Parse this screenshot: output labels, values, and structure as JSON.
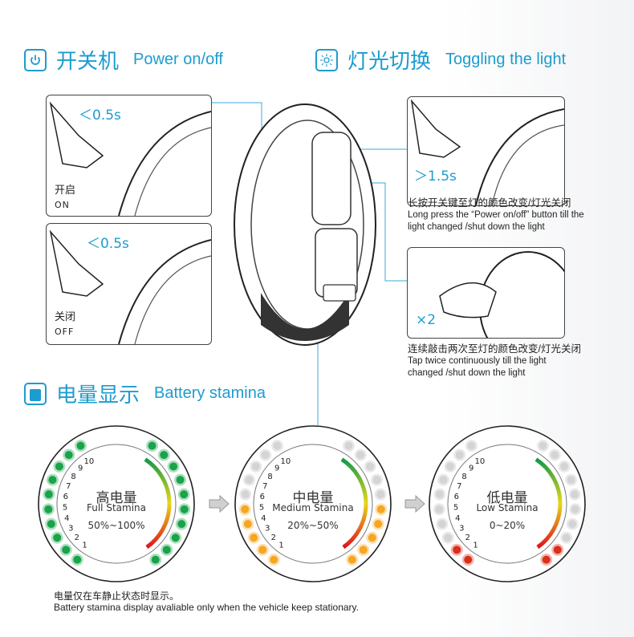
{
  "power": {
    "title_cn": "开关机",
    "title_en": "Power on/off",
    "icon": "power-icon",
    "on": {
      "duration": "＜0.5s",
      "label_cn": "开启",
      "label_en": "ON"
    },
    "off": {
      "duration": "＜0.5s",
      "label_cn": "关闭",
      "label_en": "OFF"
    }
  },
  "light": {
    "title_cn": "灯光切换",
    "title_en": "Toggling the light",
    "icon": "light-icon",
    "long_press": {
      "duration": "＞1.5s",
      "caption_cn": "长按开关键至灯的颜色改变/灯光关闭",
      "caption_en_1": "Long press the “Power on/off” button till the",
      "caption_en_2": "light changed /shut down the light"
    },
    "tap": {
      "count": "×2",
      "caption_cn": "连续敲击两次至灯的颜色改变/灯光关闭",
      "caption_en_1": "Tap twice continuously till the light",
      "caption_en_2": "changed /shut down the light"
    }
  },
  "battery": {
    "title_cn": "电量显示",
    "title_en": "Battery stamina",
    "icon": "battery-icon",
    "scale": [
      "1",
      "2",
      "3",
      "4",
      "5",
      "6",
      "7",
      "8",
      "9",
      "10"
    ],
    "levels": [
      {
        "name_cn": "高电量",
        "name_en": "Full Stamina",
        "range": "50%~100%",
        "lit": 10,
        "color": "#1aa34a"
      },
      {
        "name_cn": "中电量",
        "name_en": "Medium Stamina",
        "range": "20%~50%",
        "lit": 5,
        "color": "#f5a623"
      },
      {
        "name_cn": "低电量",
        "name_en": "Low Stamina",
        "range": "0~20%",
        "lit": 2,
        "color": "#d9301c"
      }
    ],
    "note_cn": "电量仅在车静止状态时显示。",
    "note_en": "Battery stamina display avaliable only when the vehicle keep stationary."
  },
  "colors": {
    "accent": "#1d9ccf",
    "off_led": "#d4d4d6"
  }
}
